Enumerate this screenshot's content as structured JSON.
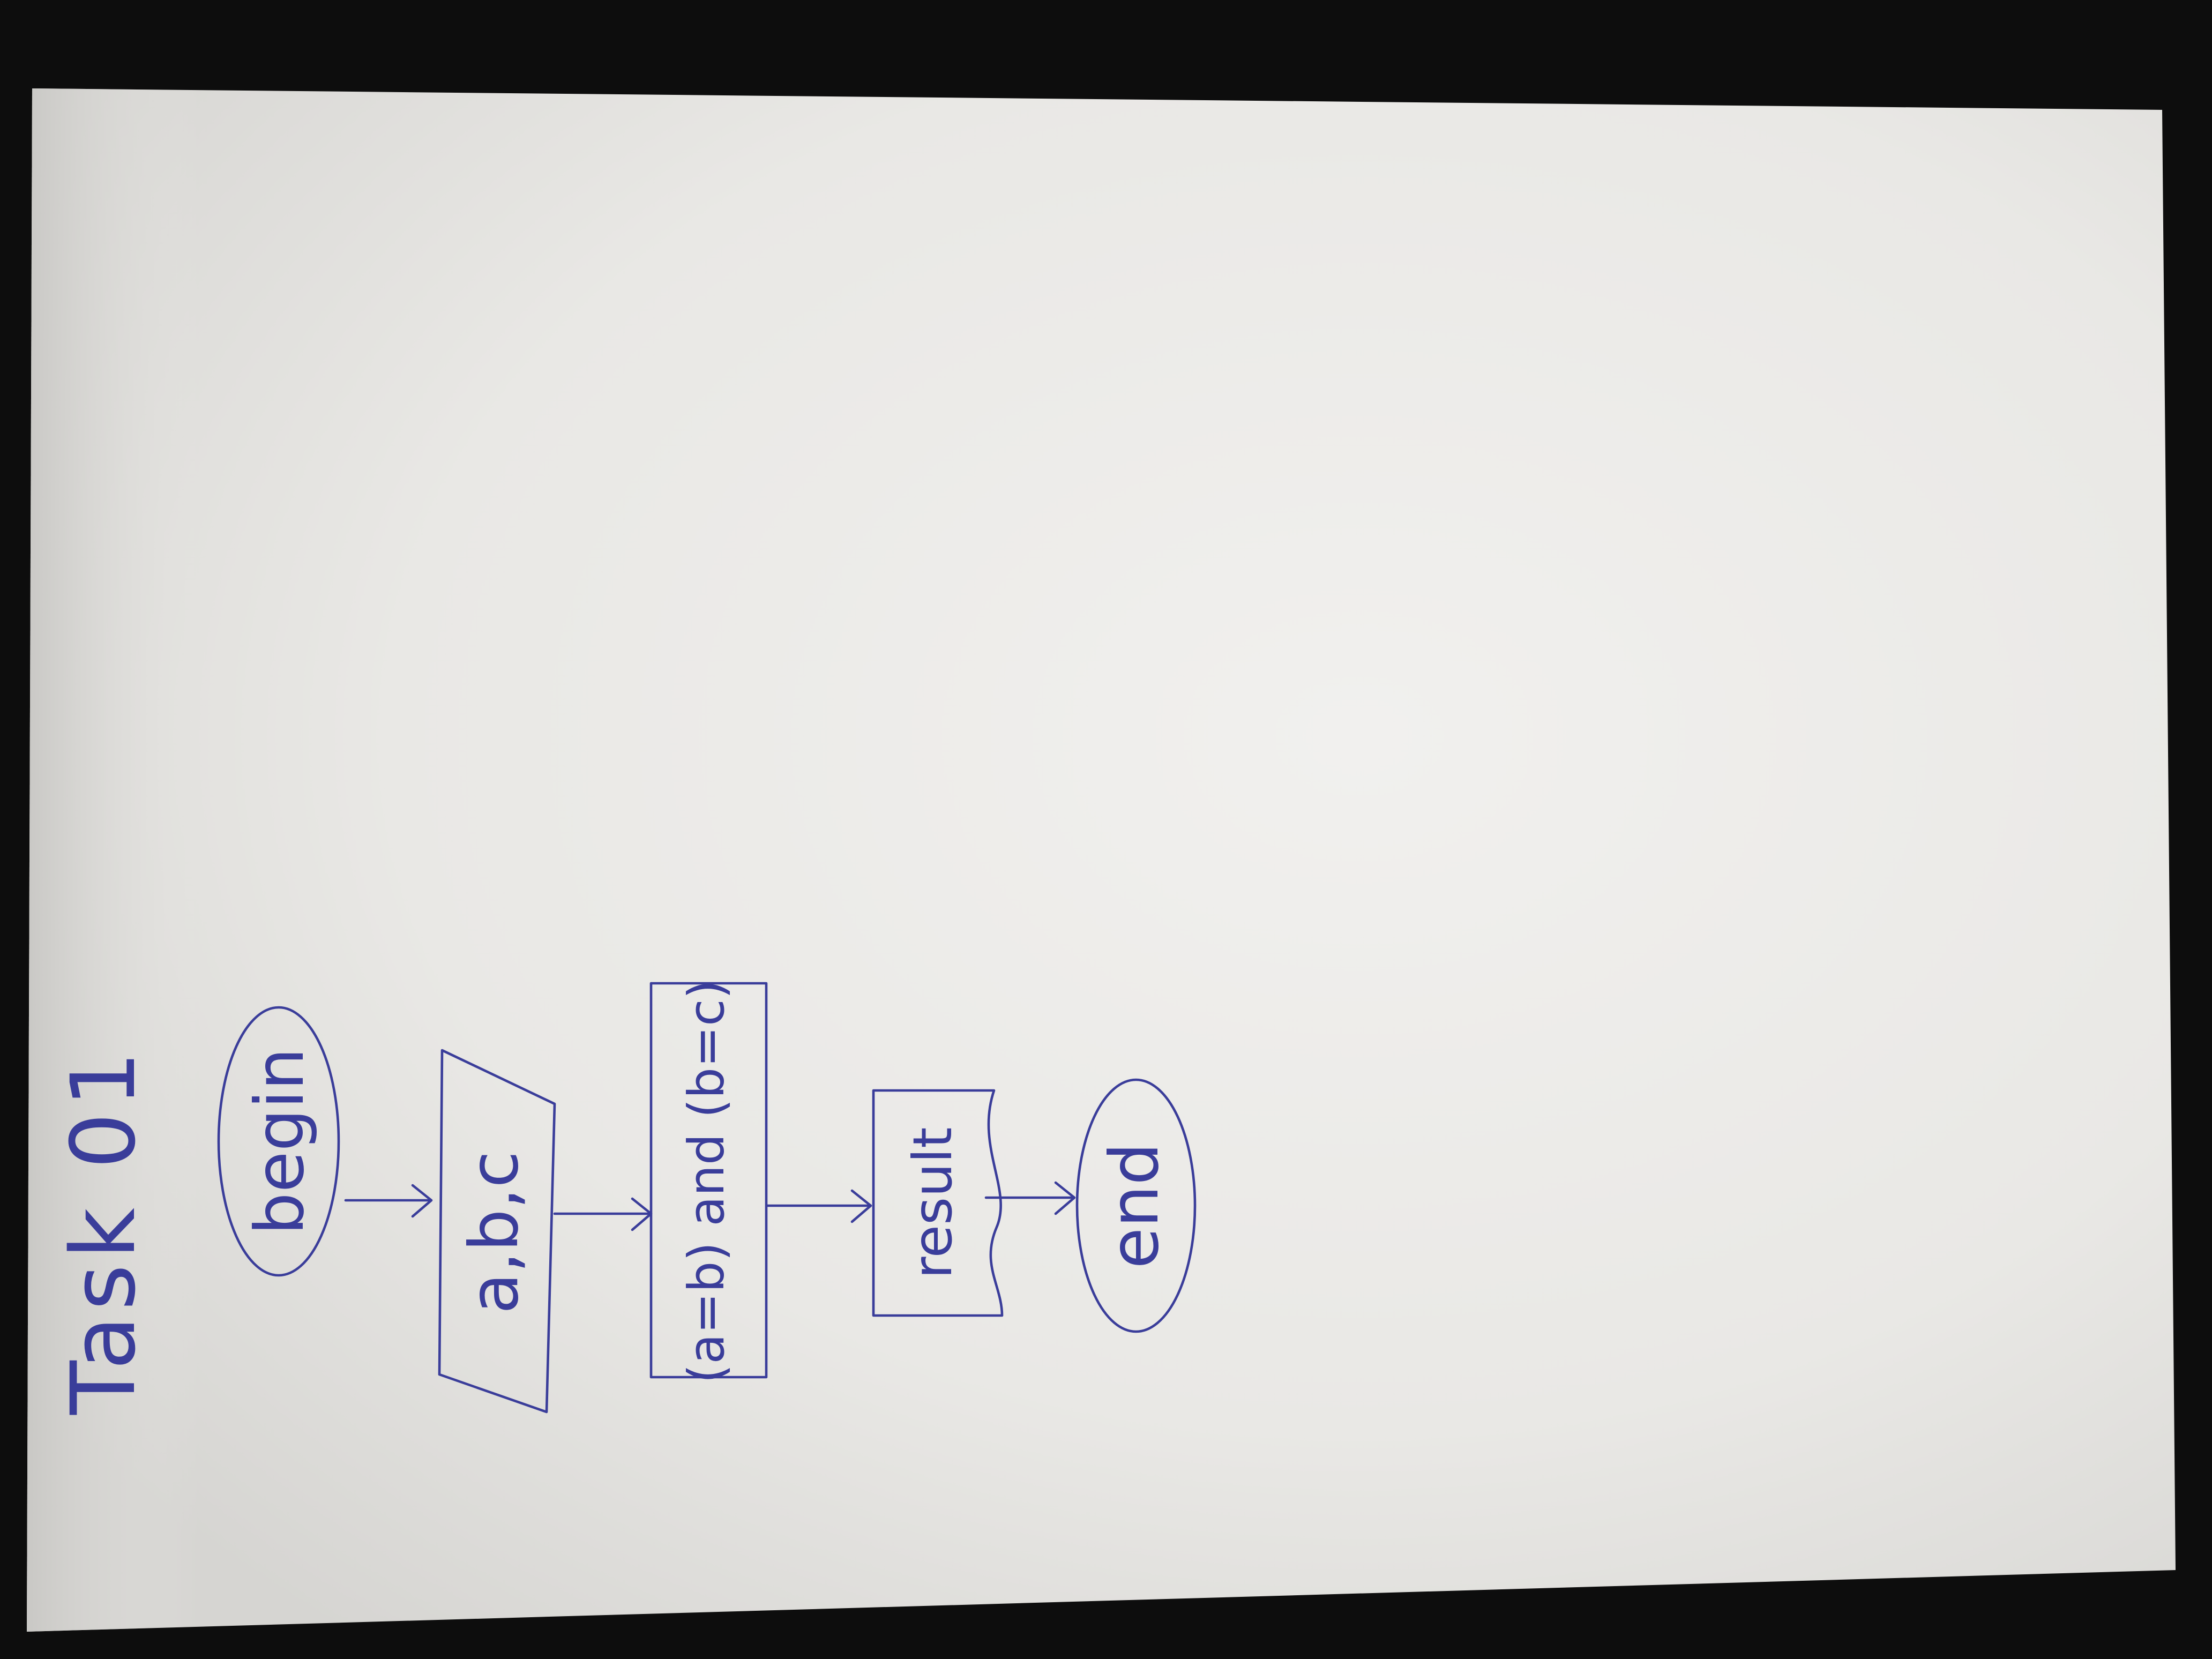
{
  "title": "Task 01",
  "nodes": {
    "start": {
      "label": "begin",
      "shape": "terminator"
    },
    "input": {
      "label": "a,b,c",
      "shape": "parallelogram"
    },
    "process": {
      "label": "(a=b) and (b=c)",
      "shape": "rectangle"
    },
    "output": {
      "label": "result",
      "shape": "document"
    },
    "stop": {
      "label": "end",
      "shape": "terminator"
    }
  },
  "flow": [
    "start",
    "input",
    "process",
    "output",
    "stop"
  ],
  "colors": {
    "ink": "#3a3d9a",
    "paper": "#eeedea",
    "background": "#0d0d0d"
  }
}
